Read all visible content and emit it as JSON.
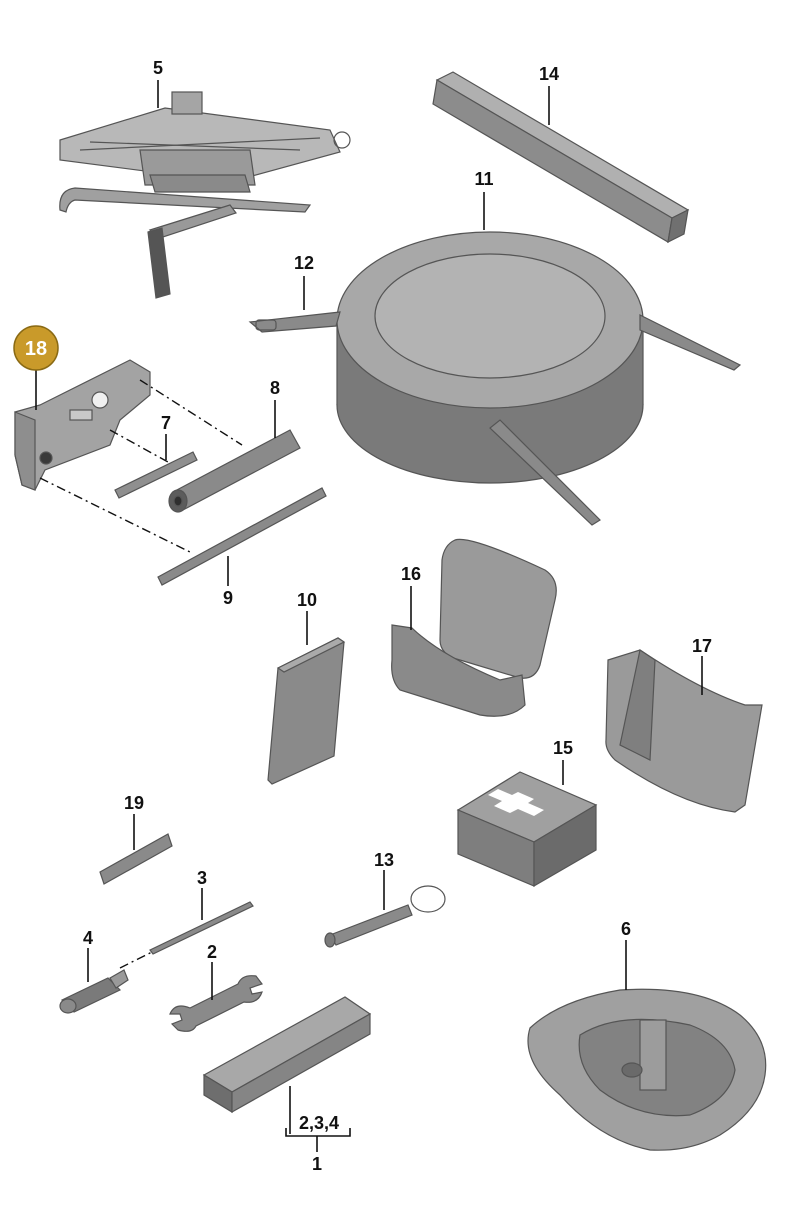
{
  "colors": {
    "part_fill": "#8f8f8f",
    "part_light": "#a9a9a9",
    "part_dark": "#6e6e6e",
    "badge_fill": "#c99a2a",
    "badge_border": "#8a6a14",
    "line": "#111111"
  },
  "callouts": {
    "c1": "1",
    "c2": "2",
    "c3": "3",
    "c4": "4",
    "c5": "5",
    "c6": "6",
    "c7": "7",
    "c8": "8",
    "c9": "9",
    "c10": "10",
    "c11": "11",
    "c12": "12",
    "c13": "13",
    "c14": "14",
    "c15": "15",
    "c16": "16",
    "c17": "17",
    "c18": "18",
    "c19": "19",
    "c234": "2,3,4"
  },
  "highlighted_callout": "18",
  "icons": {
    "first_aid_cross": "white-cross-icon"
  }
}
